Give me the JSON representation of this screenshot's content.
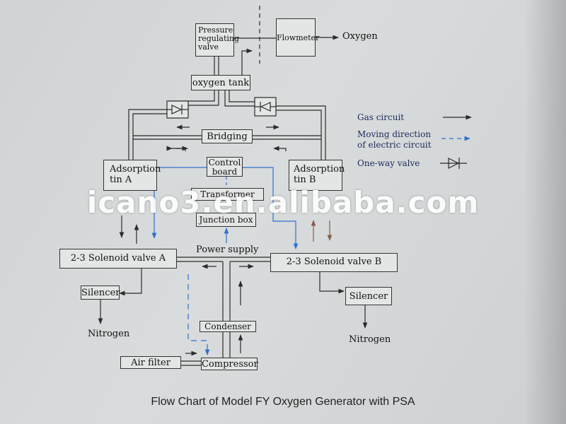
{
  "caption": "Flow Chart of Model FY Oxygen Generator with PSA",
  "watermark": "icano3.en.alibaba.com",
  "boxes": {
    "pressure_valve": [
      "Pressure",
      "regulating",
      "valve"
    ],
    "flowmeter": "Flowmeter",
    "oxygen_tank": "oxygen tank",
    "bridging": "Bridging",
    "control_board": [
      "Control",
      "board"
    ],
    "transformer": "Transformer",
    "junction_box": "Junction box",
    "adsorption_a": [
      "Adsorption",
      "tin A"
    ],
    "adsorption_b": [
      "Adsorption",
      "tin B"
    ],
    "solenoid_a": "2-3 Solenoid valve A",
    "solenoid_b": "2-3 Solenoid valve B",
    "silencer_a": "Silencer",
    "silencer_b": "Silencer",
    "condenser": "Condenser",
    "air_filter": "Air filter",
    "compressor": "Compressor"
  },
  "labels": {
    "oxygen": "Oxygen",
    "power_supply": "Power supply",
    "nitrogen_a": "Nitrogen",
    "nitrogen_b": "Nitrogen"
  },
  "legend": {
    "gas": "Gas  circuit",
    "electric": [
      "Moving direction",
      "of electric circuit"
    ],
    "oneway": "One-way valve"
  },
  "colors": {
    "line": "#2b2b2b",
    "electric": "#2f6fd0",
    "brown_arrow": "#8a5a4a",
    "legend_text": "#1c2a5a"
  }
}
